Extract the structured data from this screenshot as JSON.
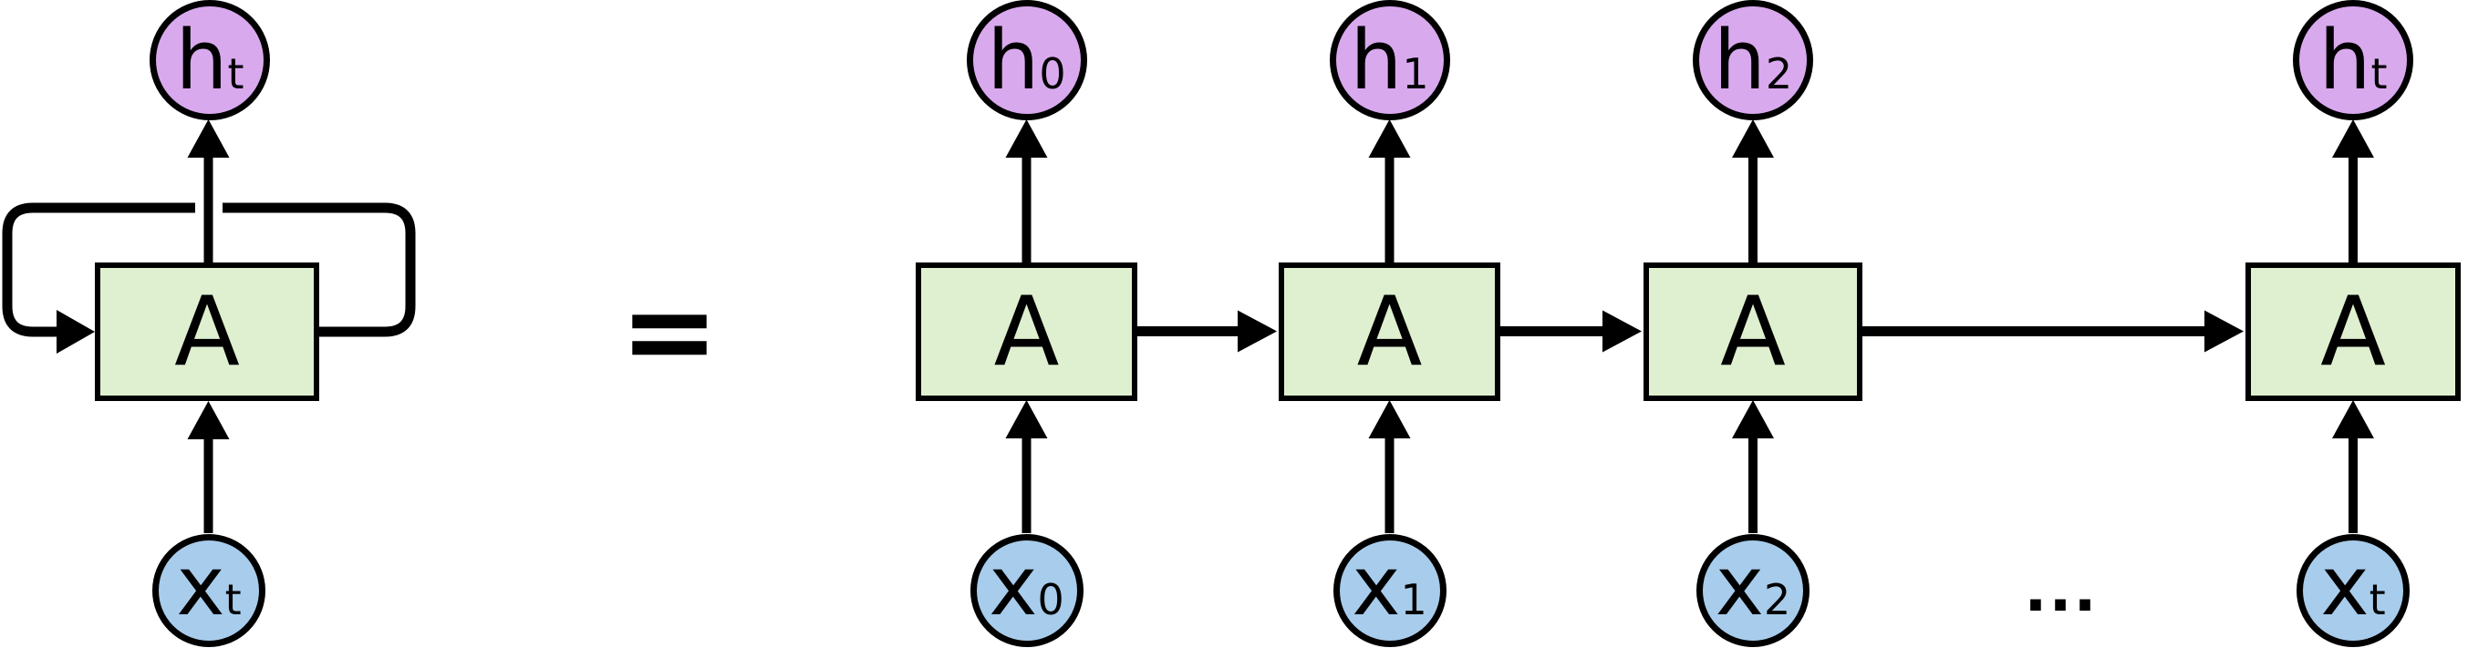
{
  "folded": {
    "output": {
      "base": "h",
      "sub": "t"
    },
    "block": {
      "label": "A"
    },
    "input": {
      "base": "x",
      "sub": "t"
    }
  },
  "equals_label": "=",
  "unrolled": {
    "ellipsis": "...",
    "columns": [
      {
        "output": {
          "base": "h",
          "sub": "0"
        },
        "block": {
          "label": "A"
        },
        "input": {
          "base": "x",
          "sub": "0"
        }
      },
      {
        "output": {
          "base": "h",
          "sub": "1"
        },
        "block": {
          "label": "A"
        },
        "input": {
          "base": "x",
          "sub": "1"
        }
      },
      {
        "output": {
          "base": "h",
          "sub": "2"
        },
        "block": {
          "label": "A"
        },
        "input": {
          "base": "x",
          "sub": "2"
        }
      },
      {
        "output": {
          "base": "h",
          "sub": "t"
        },
        "block": {
          "label": "A"
        },
        "input": {
          "base": "x",
          "sub": "t"
        }
      }
    ]
  },
  "colors": {
    "hidden_state_fill": "#d9a9ee",
    "input_fill": "#a8cceb",
    "block_fill": "#dff0d0",
    "stroke": "#000000",
    "background": "#ffffff"
  }
}
